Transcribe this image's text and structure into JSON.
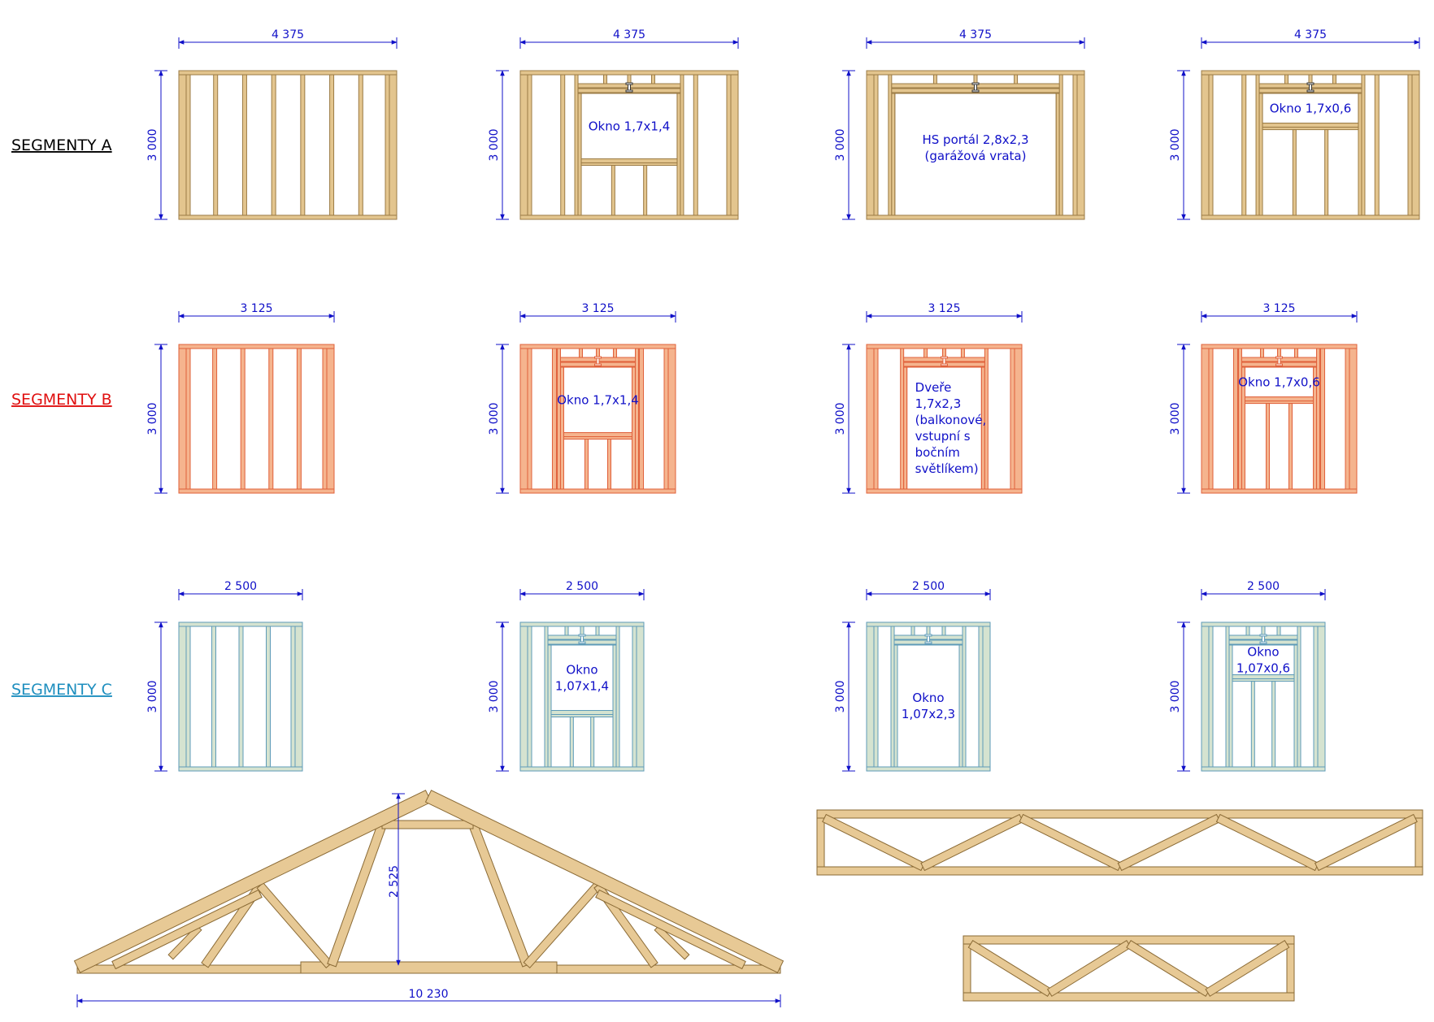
{
  "colors": {
    "dimension": "#1010c8",
    "wood_a": "#e3c58e",
    "wood_a_edge": "#9b7b45",
    "wood_b": "#f5b48e",
    "wood_b_edge": "#e0603a",
    "wood_c": "#d5e3d0",
    "wood_c_edge": "#5e9bb8",
    "truss_wood": "#e7c995",
    "truss_edge": "#8a6a35",
    "title_a": "#000000",
    "title_b": "#e01010",
    "title_c": "#1f8fbf"
  },
  "rows": [
    {
      "title": "SEGMENTY A",
      "width_label": "4 375",
      "height_label": "3 000",
      "walls": [
        {
          "type": "plain",
          "label": ""
        },
        {
          "type": "window",
          "label": "Okno 1,7x1,4"
        },
        {
          "type": "portal",
          "label": "HS portál 2,8x2,3\n(garážová vrata)"
        },
        {
          "type": "small_window",
          "label": "Okno 1,7x0,6"
        }
      ]
    },
    {
      "title": "SEGMENTY B",
      "width_label": "3 125",
      "height_label": "3 000",
      "walls": [
        {
          "type": "plain",
          "label": ""
        },
        {
          "type": "window",
          "label": "Okno 1,7x1,4"
        },
        {
          "type": "door",
          "label": "Dveře\n1,7x2,3\n(balkonové,\nvstupní s\nbočním\nsvětlíkem)"
        },
        {
          "type": "small_window",
          "label": "Okno 1,7x0,6"
        }
      ]
    },
    {
      "title": "SEGMENTY C",
      "width_label": "2 500",
      "height_label": "3 000",
      "walls": [
        {
          "type": "plain",
          "label": ""
        },
        {
          "type": "window",
          "label": "Okno\n1,07x1,4"
        },
        {
          "type": "door",
          "label": "Okno\n1,07x2,3"
        },
        {
          "type": "small_window",
          "label": "Okno\n1,07x0,6"
        }
      ]
    }
  ],
  "roof_truss": {
    "span_label": "10 230",
    "height_label": "2 525"
  }
}
